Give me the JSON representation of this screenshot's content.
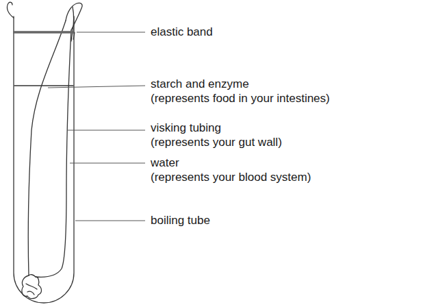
{
  "diagram": {
    "labels": [
      "elastic band",
      "starch and enzyme",
      "(represents food in your intestines)",
      "visking tubing",
      "(represents your gut wall)",
      "water",
      "(represents your blood system)",
      "boiling tube"
    ]
  }
}
